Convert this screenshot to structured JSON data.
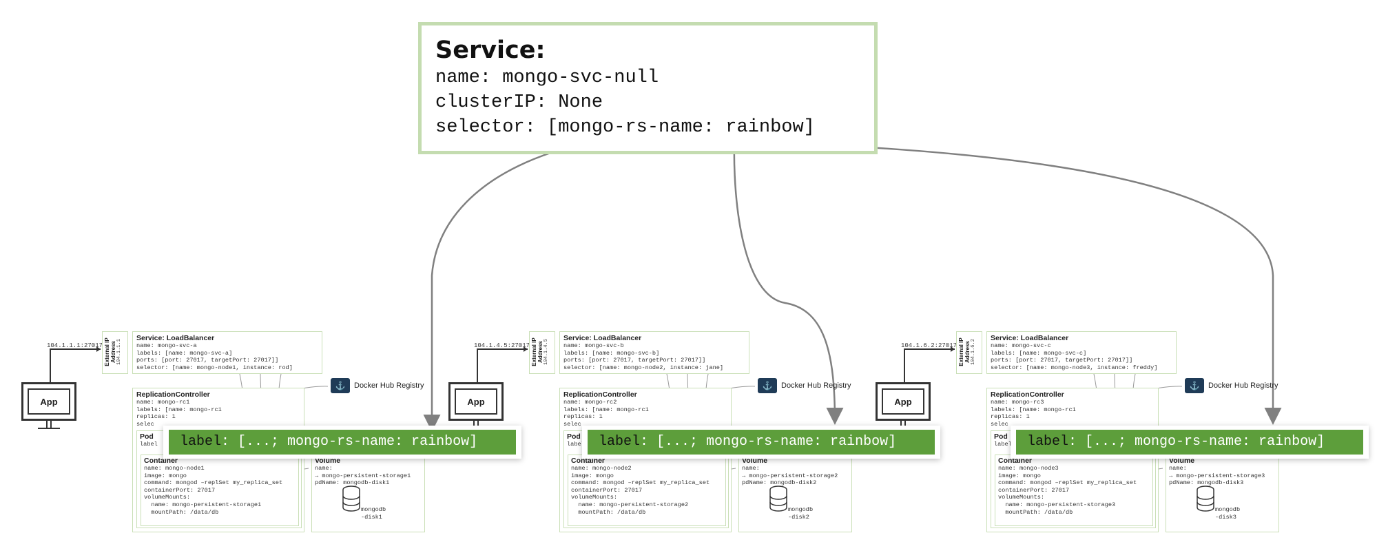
{
  "service": {
    "title": "Service:",
    "lines": [
      "name: mongo-svc-null",
      "clusterIP: None",
      "selector: [mongo-rs-name: rainbow]"
    ]
  },
  "clusters": [
    {
      "address": "104.1.1.1:27017",
      "ext_ip_title": "External IP Address",
      "ext_ip_value": "104.1.1.1",
      "app_label": "App",
      "svc_lb": {
        "title": "Service: LoadBalancer",
        "lines": [
          "name: mongo-svc-a",
          "labels: [name: mongo-svc-a]",
          "ports: [port: 27017, targetPort: 27017]]",
          "selector: [name: mongo-node1, instance: rod]"
        ]
      },
      "docker": "Docker Hub Registry",
      "rc": {
        "title": "ReplicationController",
        "lines": [
          "name: mongo-rc1",
          "labels: [name: mongo-rc1",
          "replicas: 1",
          "selec"
        ]
      },
      "pod": {
        "title": "Pod",
        "lines": [
          "label"
        ]
      },
      "container": {
        "title": "Container",
        "lines": [
          "name: mongo-node1",
          "image: mongo",
          "command: mongod –replSet my_replica_set",
          "containerPort: 27017",
          "volumeMounts:",
          "  name: mongo-persistent-storage1",
          "  mountPath: /data/db"
        ]
      },
      "volume": {
        "title": "Volume",
        "lines": [
          "name:",
          "→ mongo-persistent-storage1",
          "pdName: mongodb-disk1"
        ]
      },
      "disk": [
        "mongodb",
        "-disk1"
      ],
      "label_banner": {
        "key": "label",
        "value": ": [...; mongo-rs-name: rainbow]"
      }
    },
    {
      "address": "104.1.4.5:27017",
      "ext_ip_title": "External IP Address",
      "ext_ip_value": "104.1.4.5",
      "app_label": "App",
      "svc_lb": {
        "title": "Service: LoadBalancer",
        "lines": [
          "name: mongo-svc-b",
          "labels: [name: mongo-svc-b]",
          "ports: [port: 27017, targetPort: 27017]]",
          "selector: [name: mongo-node2, instance: jane]"
        ]
      },
      "docker": "Docker Hub Registry",
      "rc": {
        "title": "ReplicationController",
        "lines": [
          "name: mongo-rc2",
          "labels: [name: mongo-rc1",
          "replicas: 1",
          "selec"
        ]
      },
      "pod": {
        "title": "Pod",
        "lines": [
          "label"
        ]
      },
      "container": {
        "title": "Container",
        "lines": [
          "name: mongo-node2",
          "image: mongo",
          "command: mongod –replSet my_replica_set",
          "containerPort: 27017",
          "volumeMounts:",
          "  name: mongo-persistent-storage2",
          "  mountPath: /data/db"
        ]
      },
      "volume": {
        "title": "Volume",
        "lines": [
          "name:",
          "→ mongo-persistent-storage2",
          "pdName: mongodb-disk2"
        ]
      },
      "disk": [
        "mongodb",
        "-disk2"
      ],
      "label_banner": {
        "key": "label",
        "value": ": [...; mongo-rs-name: rainbow]"
      }
    },
    {
      "address": "104.1.6.2:27017",
      "ext_ip_title": "External IP Address",
      "ext_ip_value": "104.1.6.2",
      "app_label": "App",
      "svc_lb": {
        "title": "Service: LoadBalancer",
        "lines": [
          "name: mongo-svc-c",
          "labels: [name: mongo-svc-c]",
          "ports: [port: 27017, targetPort: 27017]]",
          "selector: [name: mongo-node3, instance: freddy]"
        ]
      },
      "docker": "Docker Hub Registry",
      "rc": {
        "title": "ReplicationController",
        "lines": [
          "name: mongo-rc3",
          "labels: [name: mongo-rc1",
          "replicas: 1",
          "selec"
        ]
      },
      "pod": {
        "title": "Pod",
        "lines": [
          "label"
        ]
      },
      "container": {
        "title": "Container",
        "lines": [
          "name: mongo-node3",
          "image: mongo",
          "command: mongod –replSet my_replica_set",
          "containerPort: 27017",
          "volumeMounts:",
          "  name: mongo-persistent-storage3",
          "  mountPath: /data/db"
        ]
      },
      "volume": {
        "title": "Volume",
        "lines": [
          "name:",
          "→ mongo-persistent-storage3",
          "pdName: mongodb-disk3"
        ]
      },
      "disk": [
        "mongodb",
        "-disk3"
      ],
      "label_banner": {
        "key": "label",
        "value": ": [...; mongo-rs-name: rainbow]"
      }
    }
  ],
  "colors": {
    "box_border": "#c9dfb6",
    "service_border": "#c4dcb0",
    "label_green": "#5d9e3b",
    "connector": "#808080",
    "docker": "#1f3b57"
  }
}
